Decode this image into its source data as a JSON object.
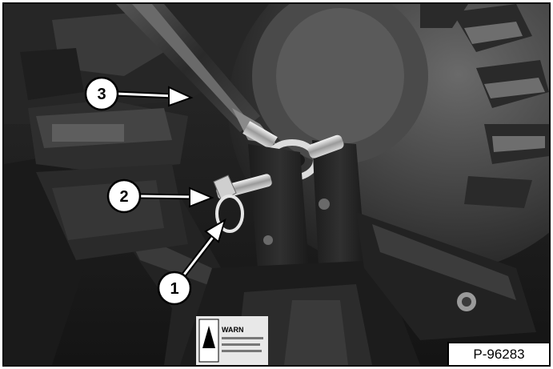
{
  "figure": {
    "figure_id": "P-96283",
    "callouts": [
      {
        "label": "1"
      },
      {
        "label": "2"
      },
      {
        "label": "3"
      }
    ],
    "warning_decal_text": "WARN",
    "colors": {
      "frame": "#000000",
      "callout_fill": "#ffffff",
      "callout_stroke": "#000000",
      "arrow": "#000000"
    }
  }
}
